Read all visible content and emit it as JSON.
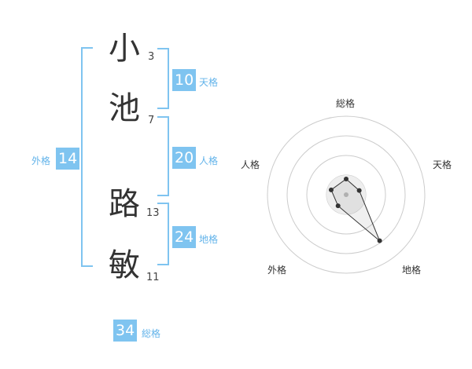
{
  "name": {
    "chars": [
      {
        "char": "小",
        "strokes": "3"
      },
      {
        "char": "池",
        "strokes": "7"
      },
      {
        "char": "路",
        "strokes": "13"
      },
      {
        "char": "敏",
        "strokes": "11"
      }
    ]
  },
  "fortune": {
    "tenkaku": {
      "label": "天格",
      "value": "10"
    },
    "jinkaku": {
      "label": "人格",
      "value": "20"
    },
    "chikaku": {
      "label": "地格",
      "value": "24"
    },
    "gaikaku": {
      "label": "外格",
      "value": "14"
    },
    "soukaku": {
      "label": "総格",
      "value": "34"
    }
  },
  "colors": {
    "accent": "#7fc4f0",
    "label": "#62b3ea",
    "text": "#333333"
  },
  "chart_data": {
    "type": "radar",
    "axes": [
      "総格",
      "天格",
      "地格",
      "外格",
      "人格"
    ],
    "values": [
      0.8,
      0.7,
      2.9,
      0.7,
      0.8
    ],
    "rlim": [
      0,
      4
    ],
    "rings": 4
  }
}
